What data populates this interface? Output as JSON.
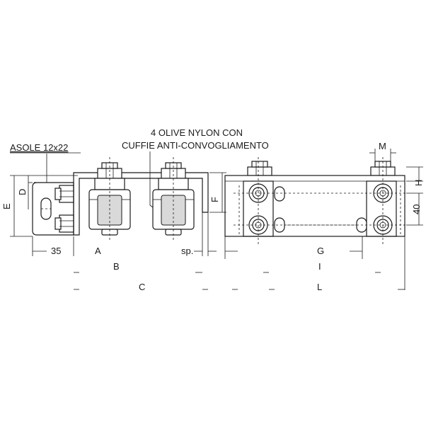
{
  "annotations": {
    "note_line1": "4 OLIVE NYLON CON",
    "note_line2": "CUFFIE ANTI-CONVOGLIAMENTO",
    "slots": "ASOLE 12x22"
  },
  "dimensions": {
    "d35": "35",
    "A": "A",
    "B": "B",
    "C": "C",
    "D": "D",
    "E": "E",
    "F": "F",
    "sp": "sp.",
    "G": "G",
    "I": "I",
    "L": "L",
    "M": "M",
    "H": "H",
    "d40": "40"
  },
  "colors": {
    "line": "#1a1a1a",
    "background": "#ffffff",
    "shade": "#d9d9d9"
  }
}
